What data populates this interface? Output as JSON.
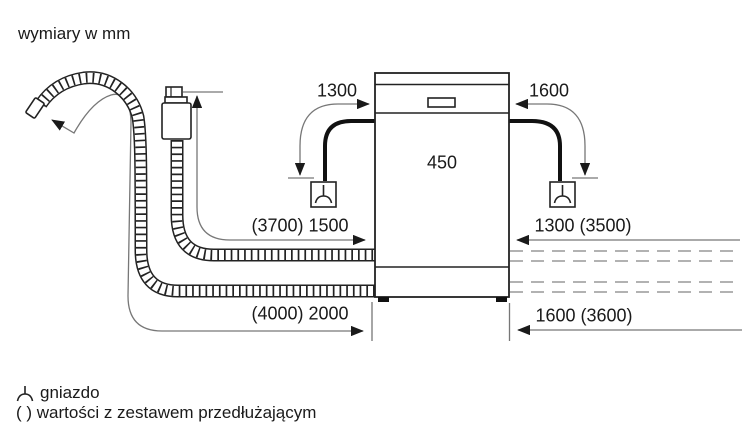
{
  "title": "wymiary w mm",
  "dimensions": {
    "cord_left": "1300",
    "cord_right": "1600",
    "appliance_width": "450",
    "supply_hose_left": "(3700) 1500",
    "supply_hose_right": "1300 (3500)",
    "drain_hose_left": "(4000) 2000",
    "drain_hose_right": "1600 (3600)"
  },
  "legend": {
    "socket_label": "gniazdo",
    "brackets_note": "( ) wartości z zestawem przedłużającym"
  },
  "colors": {
    "line": "#1a1a1a",
    "dimension_line": "#777777",
    "dashed_line": "#999999",
    "background": "#ffffff"
  }
}
